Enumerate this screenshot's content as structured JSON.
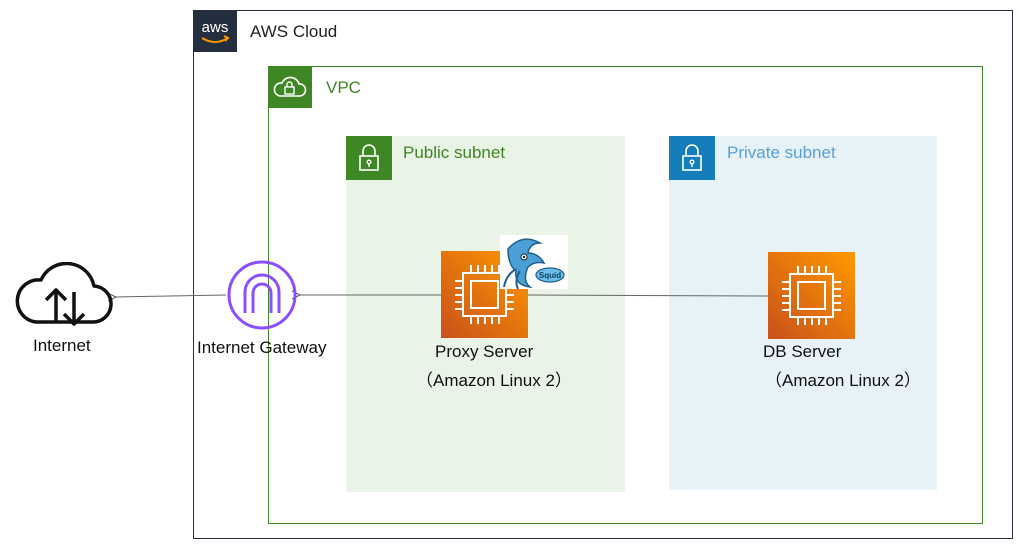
{
  "aws_cloud": {
    "label": "AWS Cloud",
    "logo_text": "aws"
  },
  "vpc": {
    "label": "VPC"
  },
  "public_subnet": {
    "label": "Public subnet"
  },
  "private_subnet": {
    "label": "Private subnet"
  },
  "internet": {
    "label": "Internet"
  },
  "gateway": {
    "label": "Internet Gateway"
  },
  "proxy": {
    "name": "Proxy Server",
    "os": "（Amazon Linux 2）"
  },
  "db": {
    "name": "DB Server",
    "os": "（Amazon Linux 2）"
  },
  "squid_logo_text": "Squid",
  "colors": {
    "aws_dark": "#232f3e",
    "vpc_green": "#3f8624",
    "private_blue": "#147eba",
    "ec2_orange": "#ff9900",
    "gateway_purple": "#8c4fff"
  }
}
